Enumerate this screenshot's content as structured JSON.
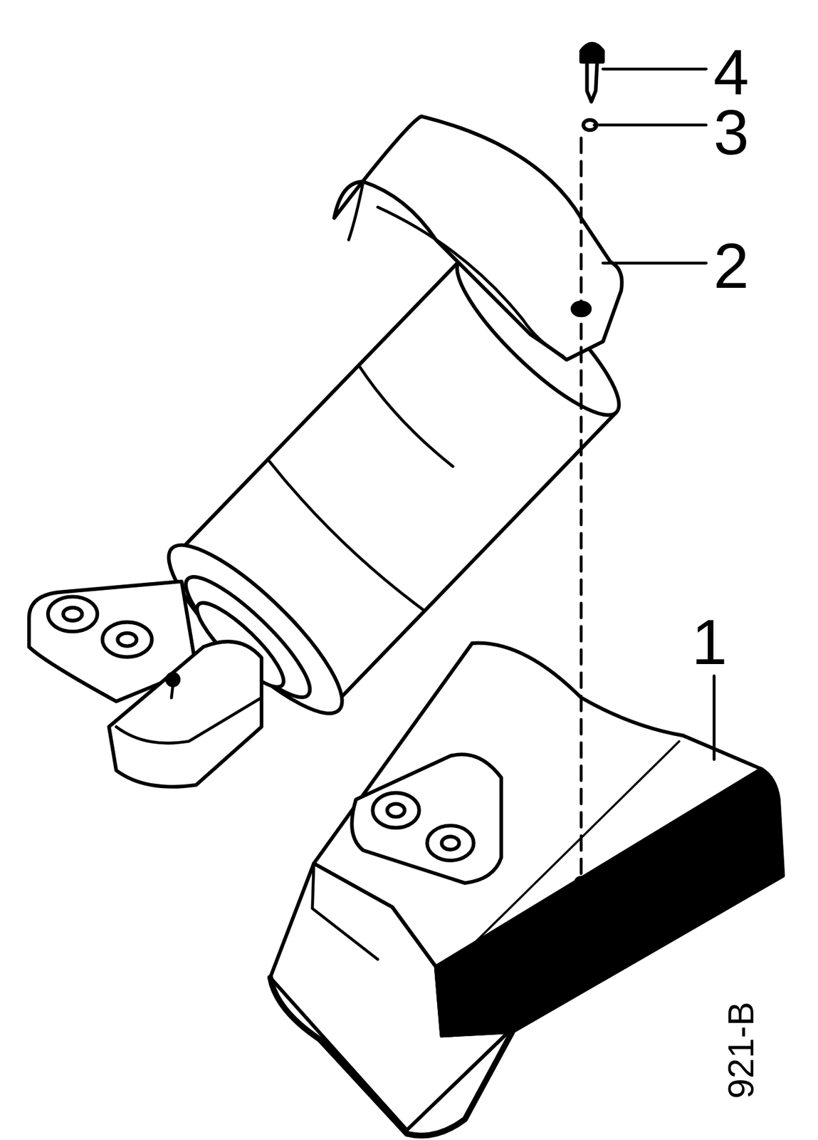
{
  "diagram": {
    "labels": [
      "4",
      "3",
      "2",
      "1",
      "921-B"
    ]
  }
}
